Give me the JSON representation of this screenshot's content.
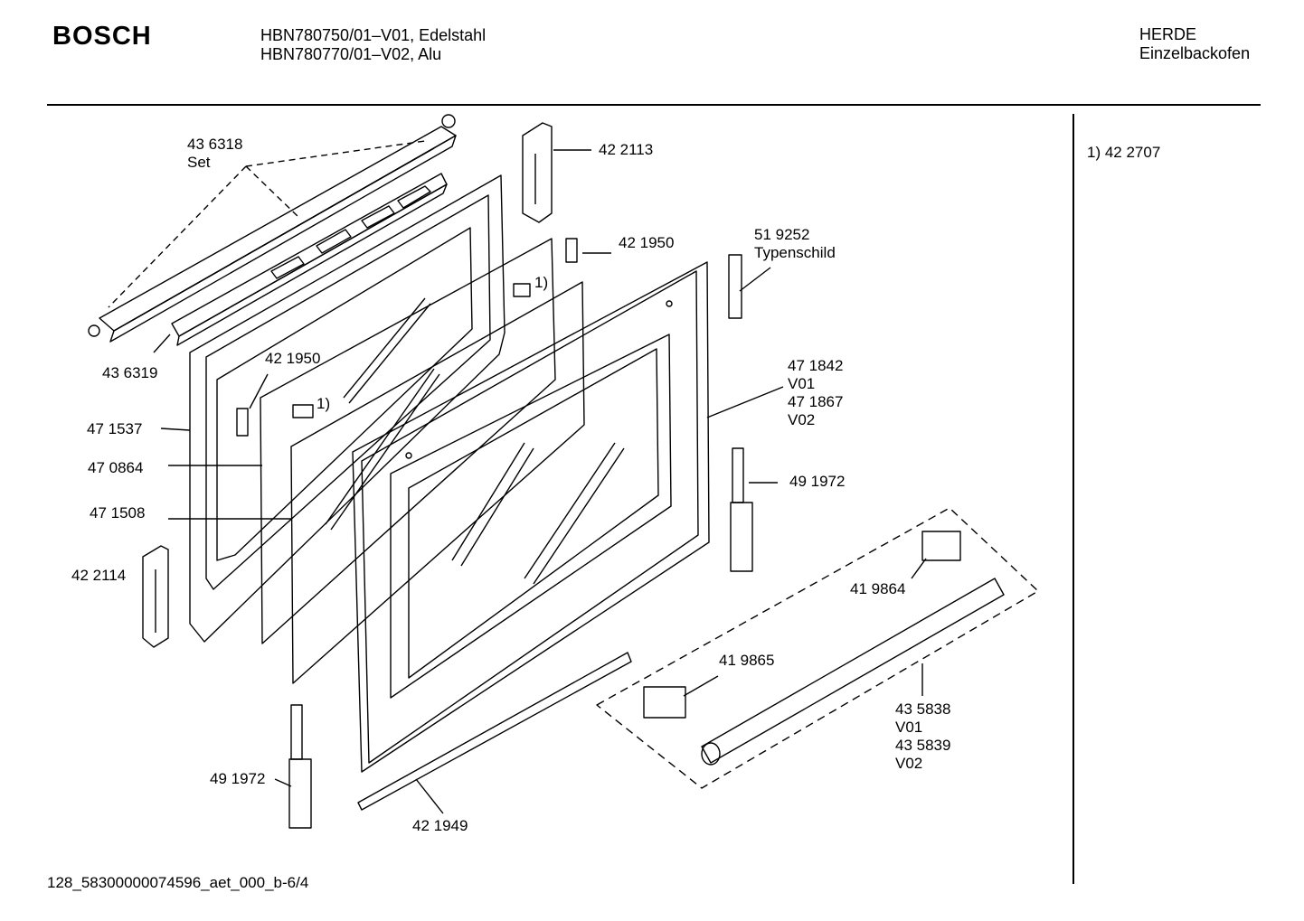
{
  "header": {
    "brand": "BOSCH",
    "model_line_1": "HBN780750/01–V01, Edelstahl",
    "model_line_2": "HBN780770/01–V02, Alu",
    "category_1": "HERDE",
    "category_2": "Einzelbackofen"
  },
  "sidebar": {
    "note": "1) 42 2707"
  },
  "parts": [
    {
      "lines": [
        "43 6318",
        "Set"
      ]
    },
    {
      "lines": [
        "42 2113"
      ]
    },
    {
      "lines": [
        "42 1950"
      ]
    },
    {
      "lines": [
        "51 9252",
        "Typenschild"
      ]
    },
    {
      "lines": [
        "43 6319"
      ]
    },
    {
      "lines": [
        "42 1950"
      ]
    },
    {
      "lines": [
        "47 1842",
        "V01",
        "47 1867",
        "V02"
      ]
    },
    {
      "lines": [
        "47 1537"
      ]
    },
    {
      "lines": [
        "47 0864"
      ]
    },
    {
      "lines": [
        "47 1508"
      ]
    },
    {
      "lines": [
        "49 1972"
      ]
    },
    {
      "lines": [
        "42 2114"
      ]
    },
    {
      "lines": [
        "41 9864"
      ]
    },
    {
      "lines": [
        "41 9865"
      ]
    },
    {
      "lines": [
        "43 5838",
        "V01",
        "43 5839",
        "V02"
      ]
    },
    {
      "lines": [
        "49 1972"
      ]
    },
    {
      "lines": [
        "42 1949"
      ]
    }
  ],
  "footnote_markers": [
    "1)",
    "1)"
  ],
  "footer": {
    "doc_id": "128_58300000074596_aet_000_b-6/4"
  }
}
